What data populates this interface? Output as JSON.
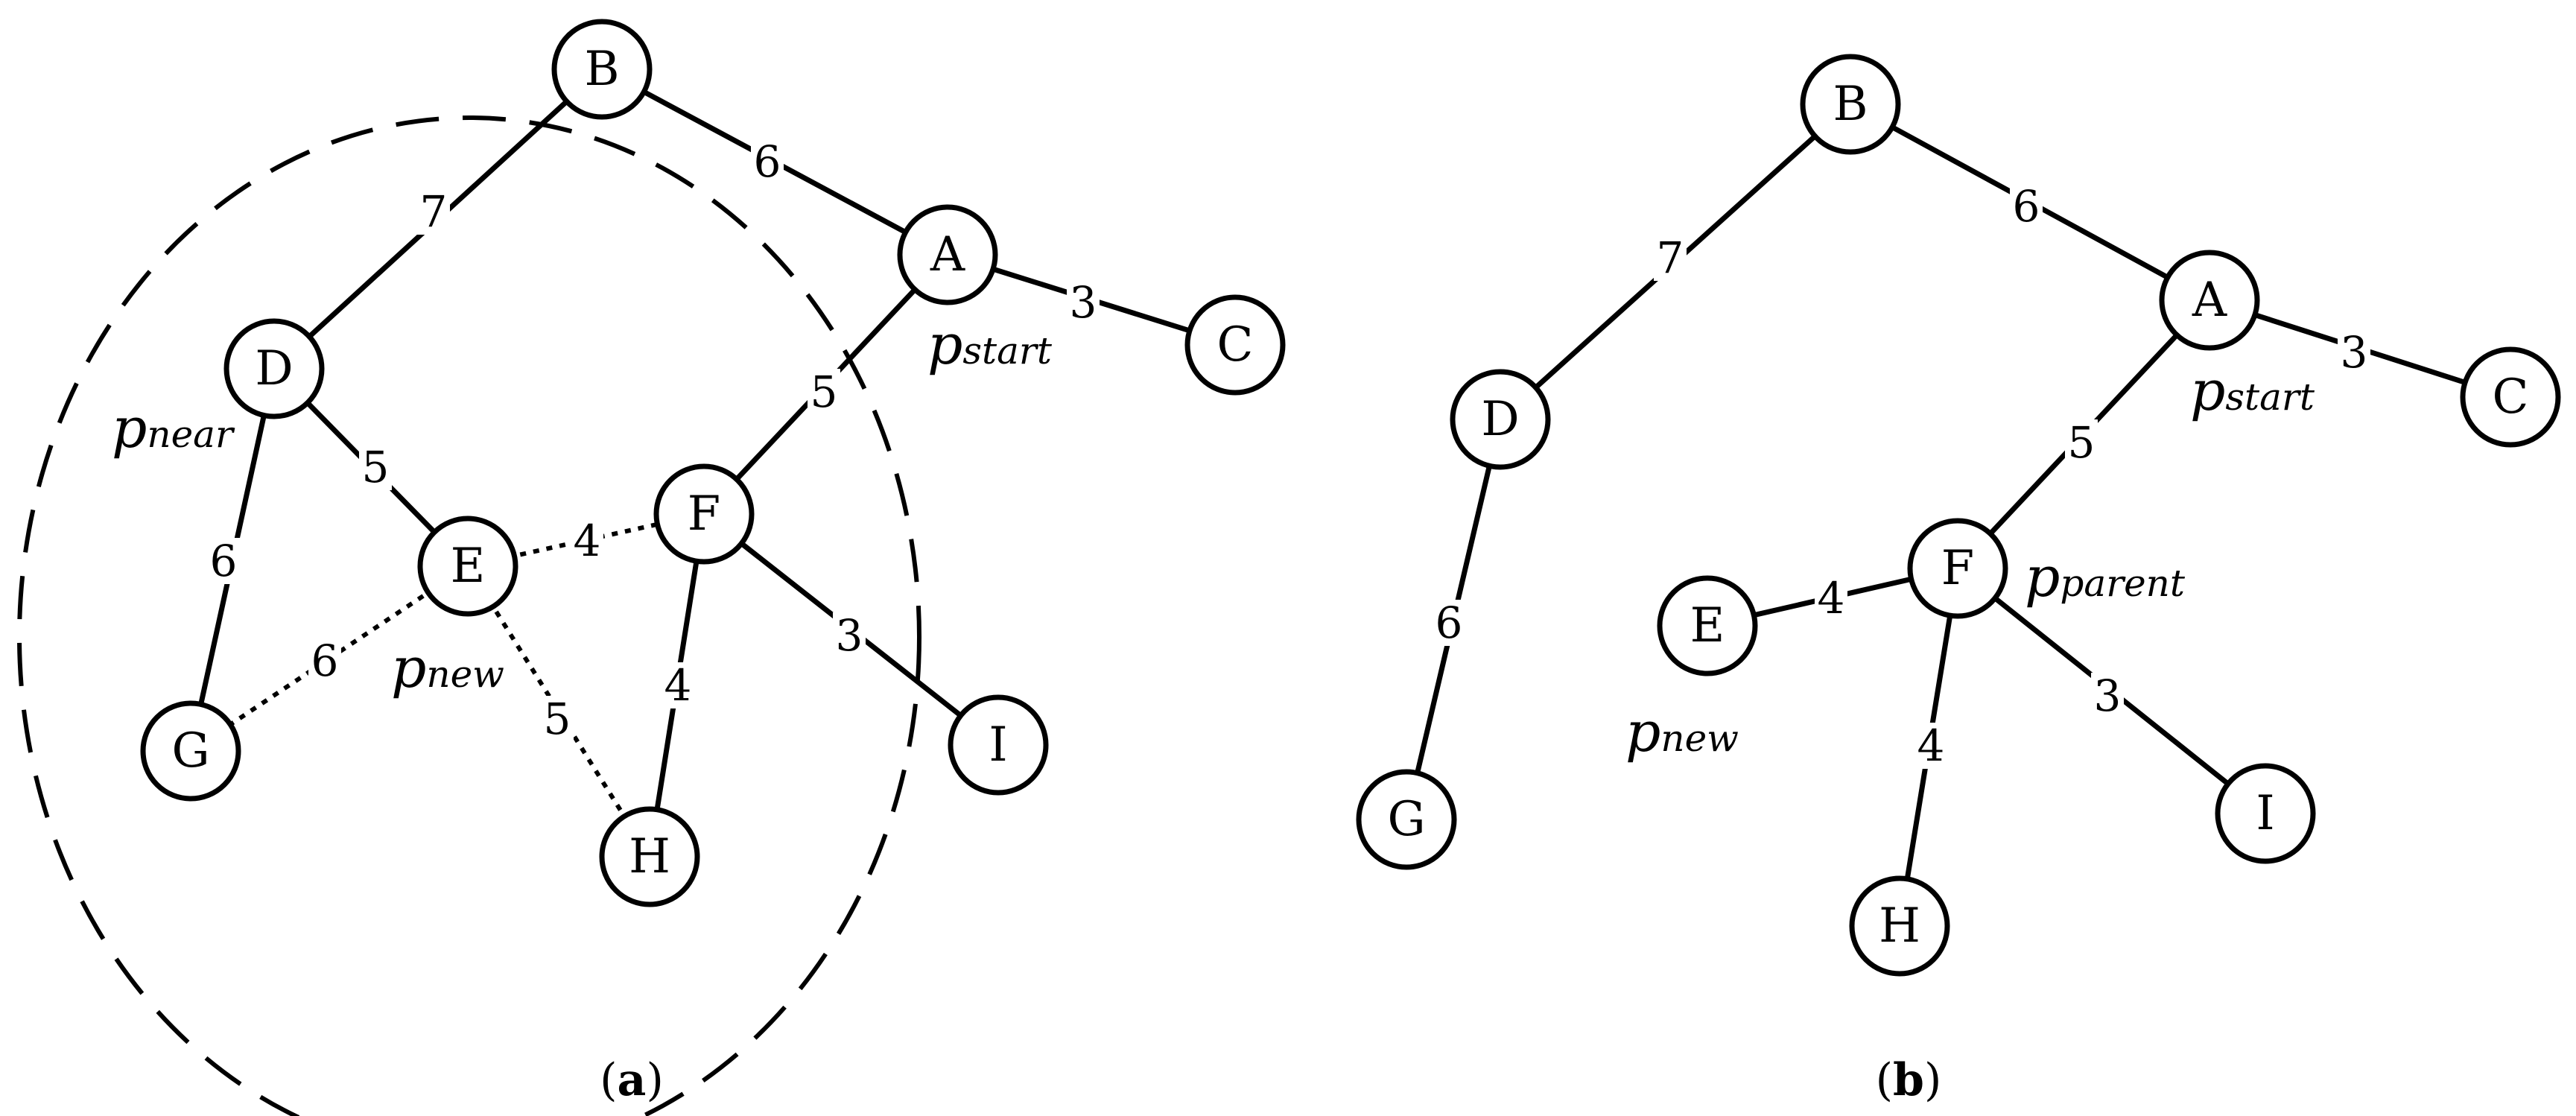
{
  "panel_a": {
    "caption": "a",
    "nodes": {
      "B": "B",
      "A": "A",
      "C": "C",
      "D": "D",
      "E": "E",
      "F": "F",
      "G": "G",
      "H": "H",
      "I": "I"
    },
    "edges": {
      "B_A": "6",
      "B_D": "7",
      "A_C": "3",
      "A_F": "5",
      "D_E": "5",
      "D_G": "6",
      "E_F": "4",
      "E_G": "6",
      "E_H": "5",
      "F_H": "4",
      "F_I": "3"
    },
    "annotations": {
      "p": "p",
      "start_sub": "start",
      "near_sub": "near",
      "new_sub": "new"
    }
  },
  "panel_b": {
    "caption": "b",
    "nodes": {
      "B": "B",
      "A": "A",
      "C": "C",
      "D": "D",
      "E": "E",
      "F": "F",
      "G": "G",
      "H": "H",
      "I": "I"
    },
    "edges": {
      "B_A": "6",
      "B_D": "7",
      "A_C": "3",
      "A_F": "5",
      "D_G": "6",
      "F_E": "4",
      "F_H": "4",
      "F_I": "3"
    },
    "annotations": {
      "p": "p",
      "start_sub": "start",
      "parent_sub": "parent",
      "new_sub": "new"
    }
  },
  "caption_parens": {
    "open": "(",
    "close": ")"
  }
}
